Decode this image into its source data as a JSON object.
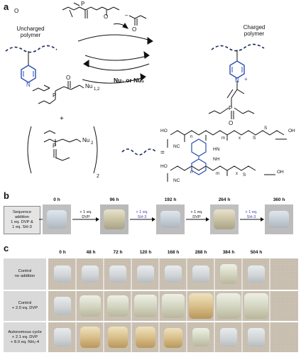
{
  "panels": {
    "a": {
      "letter": "a",
      "uncharged_label": "Uncharged\npolymer",
      "charged_label": "Charged\npolymer",
      "nu12": "Nu",
      "nu12_sub": "1,2",
      "nu_or": "Nu₁ or Nu₂",
      "nu2": "Nu",
      "nu2_sub": "2",
      "subscript_2": "2",
      "plus": "+",
      "p": "P",
      "o": "O",
      "n": "N",
      "n_plus": "+",
      "equals": "=",
      "minus": "–",
      "cooh_1": "HO",
      "cooh_2": "OH",
      "cn": "NC",
      "s": "S",
      "hn": "HN",
      "nh": "NH",
      "m": "m",
      "n_idx": "n",
      "x": "x"
    },
    "b": {
      "letter": "b",
      "sequence_label": "Sequence\naddition\n1 eq. DVP &\n1 eq. SH-3",
      "times": [
        "0 h",
        "96 h",
        "192 h",
        "264 h",
        "360 h"
      ],
      "steps": [
        {
          "text": "+ 1 eq.\nDVP",
          "color": "#111111"
        },
        {
          "text": "+ 1 eq.\nSH-3",
          "color": "#3f3fa8"
        },
        {
          "text": "+ 1 eq.\nDVP",
          "color": "#111111"
        },
        {
          "text": "+ 1 eq.\nSH-3",
          "color": "#3f3fa8"
        }
      ]
    },
    "c": {
      "letter": "c",
      "times": [
        "0 h",
        "48 h",
        "72 h",
        "120 h",
        "168 h",
        "288 h",
        "384 h",
        "504 h"
      ],
      "rows": [
        {
          "label": "Control\nno addition"
        },
        {
          "label": "Control\n+ 2.0 eq. DVP"
        },
        {
          "label": "Autonomous cycle\n+ 2.1 eq. DVP\n+ 8.0 eq. NH₂-4"
        }
      ]
    }
  },
  "colors": {
    "blue_pyridine": "#2b4db3",
    "dashed_polymer": "#1a2a5a",
    "blue_step": "#3f3fa8"
  }
}
